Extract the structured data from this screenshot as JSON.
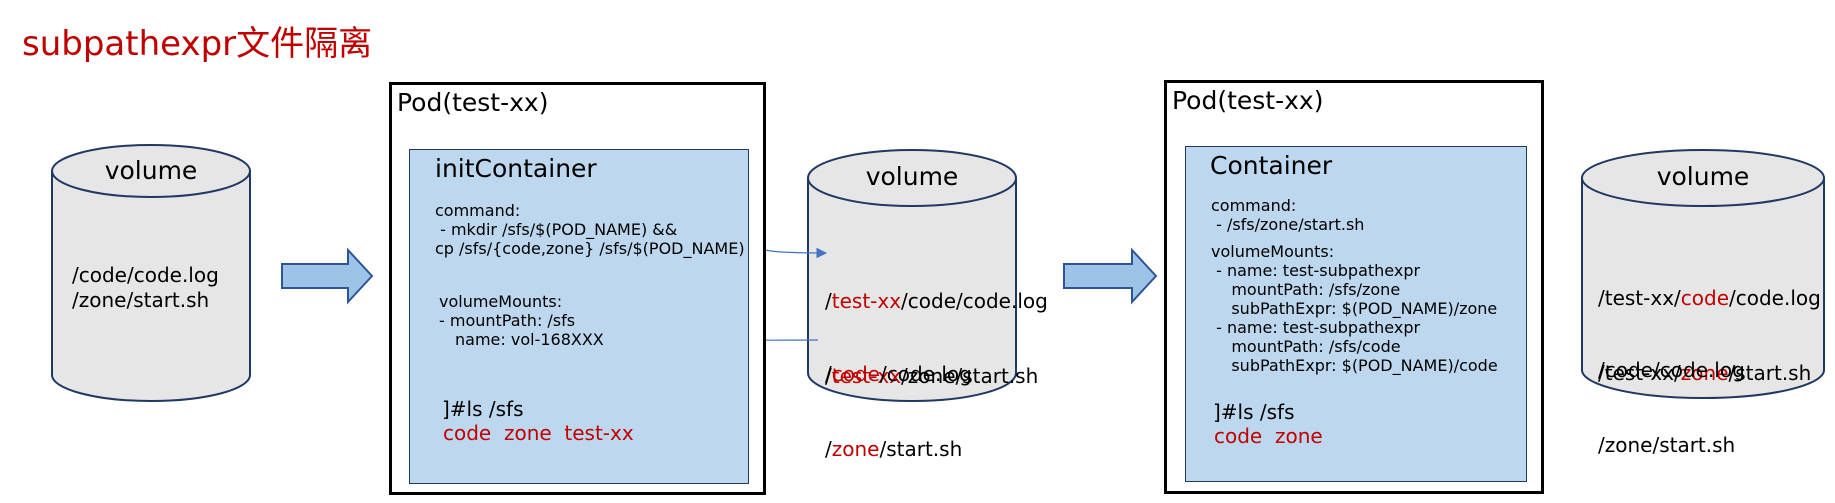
{
  "title": "subpathexpr文件隔离",
  "colors": {
    "accent_red": "#c00000",
    "container_fill": "#bdd7ee",
    "volume_fill": "#e7e6e6",
    "arrow_fill": "#9dc3e6",
    "connector": "#4472c4"
  },
  "volume_left": {
    "label": "volume",
    "lines": [
      "/code/code.log",
      "/zone/start.sh"
    ]
  },
  "pod1": {
    "label": "Pod(test-xx)",
    "container": {
      "title": "initContainer",
      "command_label": "command:",
      "command_line1": " - mkdir /sfs/$(POD_NAME) &&",
      "command_line2": "cp /sfs/{code,zone} /sfs/$(POD_NAME)",
      "mounts_label": "volumeMounts:",
      "mount_path": "- mountPath: /sfs",
      "mount_name": "name: vol-168XXX",
      "ls_cmd": "]#ls /sfs",
      "ls_out": [
        "code",
        "zone",
        "test-xx"
      ]
    }
  },
  "volume_middle": {
    "label": "volume",
    "rows": [
      [
        {
          "t": "/",
          "red": false
        },
        {
          "t": "test-xx",
          "red": true
        },
        {
          "t": "/code/code.log",
          "red": false
        }
      ],
      [
        {
          "t": "/",
          "red": false
        },
        {
          "t": "test-xx",
          "red": true
        },
        {
          "t": "/zone/start.sh",
          "red": false
        }
      ],
      [
        {
          "t": "/",
          "red": false
        },
        {
          "t": "code",
          "red": true
        },
        {
          "t": "/code.log",
          "red": false
        }
      ],
      [
        {
          "t": "/",
          "red": false
        },
        {
          "t": "zone",
          "red": true
        },
        {
          "t": "/start.sh",
          "red": false
        }
      ]
    ]
  },
  "pod2": {
    "label": "Pod(test-xx)",
    "container": {
      "title": "Container",
      "command_label": "command:",
      "command_line1": " - /sfs/zone/start.sh",
      "mounts_label": "volumeMounts:",
      "mount_lines": [
        " - name: test-subpathexpr",
        "    mountPath: /sfs/zone",
        "    subPathExpr: $(POD_NAME)/zone",
        " - name: test-subpathexpr",
        "    mountPath: /sfs/code",
        "    subPathExpr: $(POD_NAME)/code"
      ],
      "ls_cmd": "]#ls /sfs",
      "ls_out": [
        "code",
        "zone"
      ]
    }
  },
  "volume_right": {
    "label": "volume",
    "rows": [
      [
        {
          "t": "/test-xx/",
          "red": false
        },
        {
          "t": "code",
          "red": true
        },
        {
          "t": "/code.log",
          "red": false
        }
      ],
      [
        {
          "t": "/test-xx/",
          "red": false
        },
        {
          "t": "zone",
          "red": true
        },
        {
          "t": "/start.sh",
          "red": false
        }
      ],
      [
        {
          "t": "/code/code.log",
          "red": false
        }
      ],
      [
        {
          "t": "/zone/start.sh",
          "red": false
        }
      ]
    ]
  }
}
